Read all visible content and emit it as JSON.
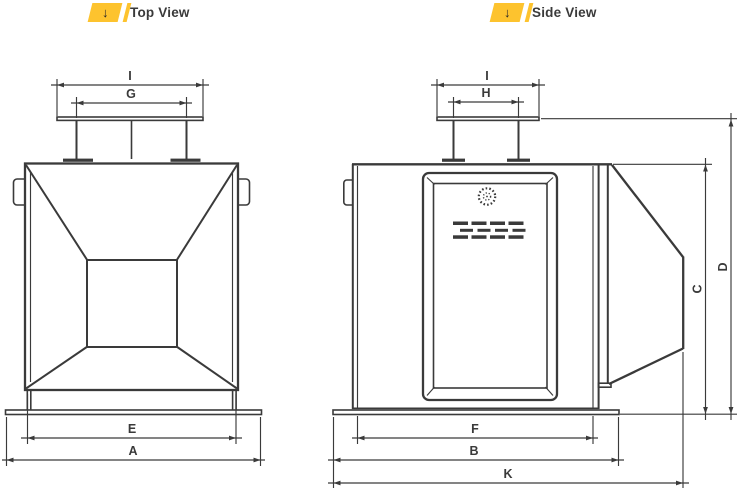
{
  "header": {
    "top_view": {
      "label": "Top View",
      "arrow_icon": "↓"
    },
    "side_view": {
      "label": "Side View",
      "arrow_icon": "↓"
    }
  },
  "colors": {
    "accent_yellow": "#FDC32E",
    "line": "#3a3a3a",
    "text": "#3a3a3a",
    "background": "#ffffff"
  },
  "top_view": {
    "dim_labels": {
      "flange_width": "I",
      "inlet_width": "G",
      "body_width": "E",
      "overall_width": "A"
    }
  },
  "side_view": {
    "dim_labels": {
      "flange_width": "I",
      "inlet_depth": "H",
      "body_height": "C",
      "overall_height": "D",
      "body_depth": "F",
      "base_depth": "B",
      "overall_depth": "K"
    }
  }
}
